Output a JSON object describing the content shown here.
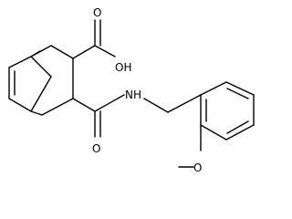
{
  "labels": {
    "oh": "OH",
    "o_acid": "O",
    "nh": "NH",
    "o_amide": "O",
    "o_methoxy": "O"
  }
}
